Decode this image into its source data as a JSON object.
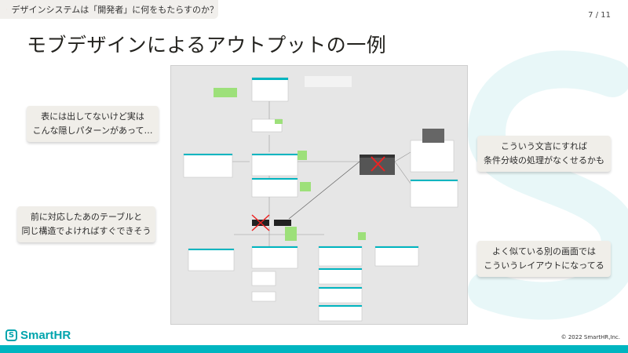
{
  "header": {
    "breadcrumb": "デザインシステムは「開発者」に何をもたらすのか？",
    "page_indicator": "7 / 11"
  },
  "title": "モブデザインによるアウトプットの一例",
  "callouts": {
    "left_top": {
      "line1": "表には出してないけど実は",
      "line2": "こんな隠しパターンがあって…"
    },
    "left_bottom": {
      "line1": "前に対応したあのテーブルと",
      "line2": "同じ構造でよければすぐできそう"
    },
    "right_top": {
      "line1": "こういう文言にすれば",
      "line2": "条件分岐の処理がなくせるかも"
    },
    "right_bottom": {
      "line1": "よく似ている別の画面では",
      "line2": "こういうレイアウトになってる"
    }
  },
  "footer": {
    "logo_text": "SmartHR",
    "logo_glyph": "S",
    "copyright": "© 2022 SmartHR,Inc."
  },
  "colors": {
    "brand": "#00b5c0",
    "accent_orange": "#f08c00",
    "callout_bg": "#f0eee9",
    "canvas_bg": "#e6e6e6"
  },
  "icons": {
    "breadcrumb": "pen-icon",
    "logo": "smarthr-logo-icon"
  }
}
